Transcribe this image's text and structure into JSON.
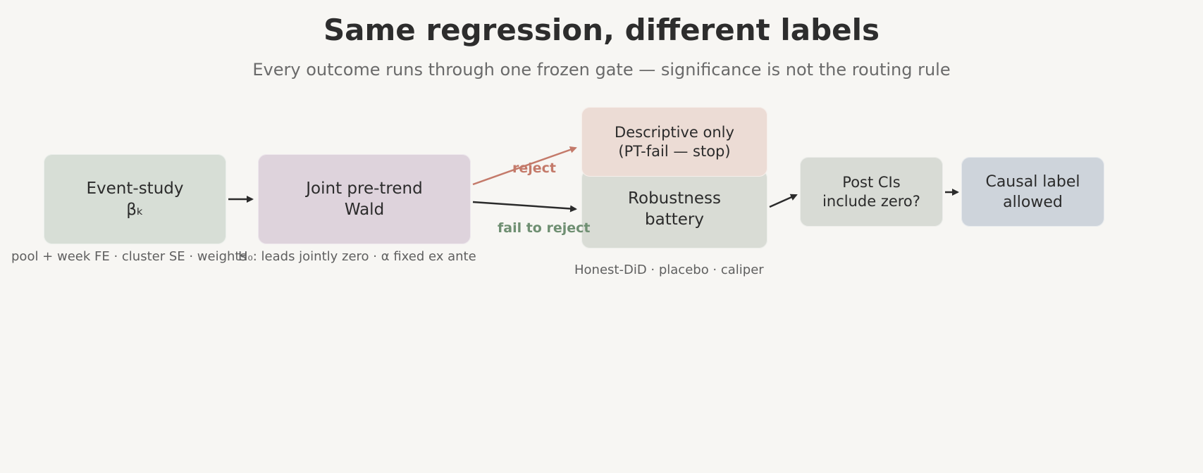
{
  "title": "Same regression, different labels",
  "subtitle": "Every outcome runs through one frozen gate — significance is not the routing rule",
  "colors": {
    "background": "#f7f6f3",
    "event_study": "#d7ded6",
    "pretrend": "#ded3dc",
    "descriptive": "#ecdcd5",
    "robustness": "#d9dcd5",
    "post_cis": "#d8dbd5",
    "causal": "#ced4db",
    "reject": "#c47a6a",
    "fail_to_reject": "#6f8f72",
    "arrow": "#2b2b2b"
  },
  "nodes": {
    "event_study": {
      "label": "Event-study\nβₖ",
      "note": "pool + week FE · cluster SE · weights"
    },
    "pretrend": {
      "label": "Joint pre-trend\nWald",
      "note": "H₀: leads jointly zero · α fixed ex ante"
    },
    "descriptive": {
      "label": "Descriptive only\n(PT-fail — stop)"
    },
    "robustness": {
      "label": "Robustness\nbattery",
      "note": "Honest-DiD · placebo · caliper"
    },
    "post_cis": {
      "label": "Post CIs\ninclude zero?"
    },
    "causal": {
      "label": "Causal label\nallowed"
    }
  },
  "edges": {
    "reject": "reject",
    "fail_to_reject": "fail to reject"
  }
}
